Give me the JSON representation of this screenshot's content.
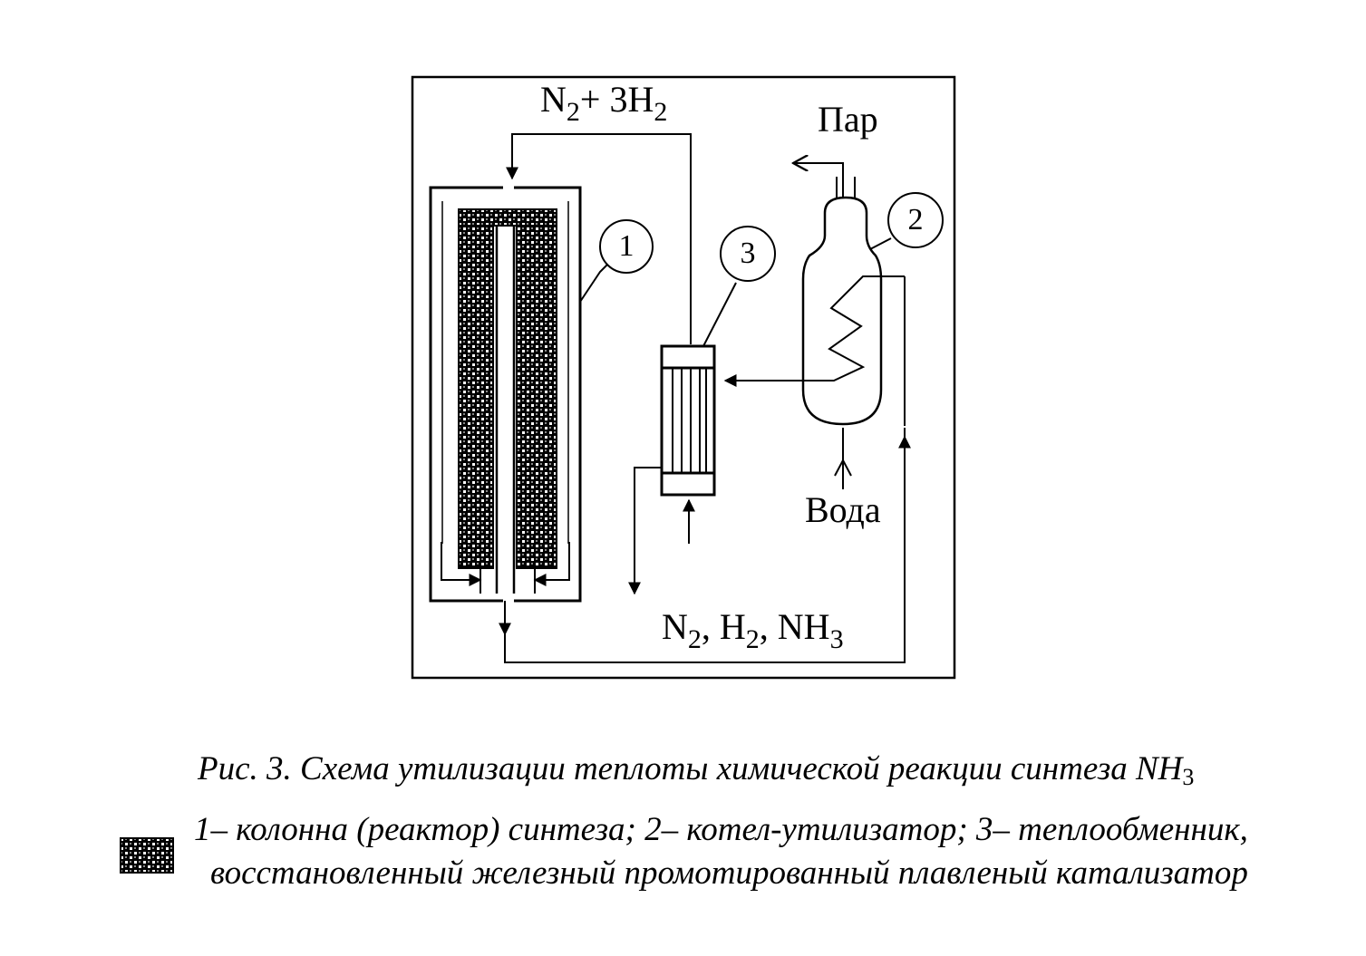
{
  "diagram": {
    "labels": {
      "feed_n2": "N",
      "feed_n2_sub": "2",
      "feed_plus": "+ 3H",
      "feed_h2_sub": "2",
      "steam": "Пар",
      "water": "Вода",
      "out_n": "N",
      "out_n_sub": "2",
      "out_h": ", H",
      "out_h_sub": "2",
      "out_nh": ", NH",
      "out_nh_sub": "3"
    },
    "callouts": {
      "reactor": "1",
      "boiler": "2",
      "exchanger": "3"
    }
  },
  "caption": {
    "title_main": "Рис. 3.  Схема утилизации теплоты химической реакции синтеза NH",
    "title_sub": "3",
    "line1": "1– колонна (реактор) синтеза; 2– котел-утилизатор; 3– теплообменник,",
    "line2": "восстановленный железный промотированный плавленый катализатор"
  }
}
